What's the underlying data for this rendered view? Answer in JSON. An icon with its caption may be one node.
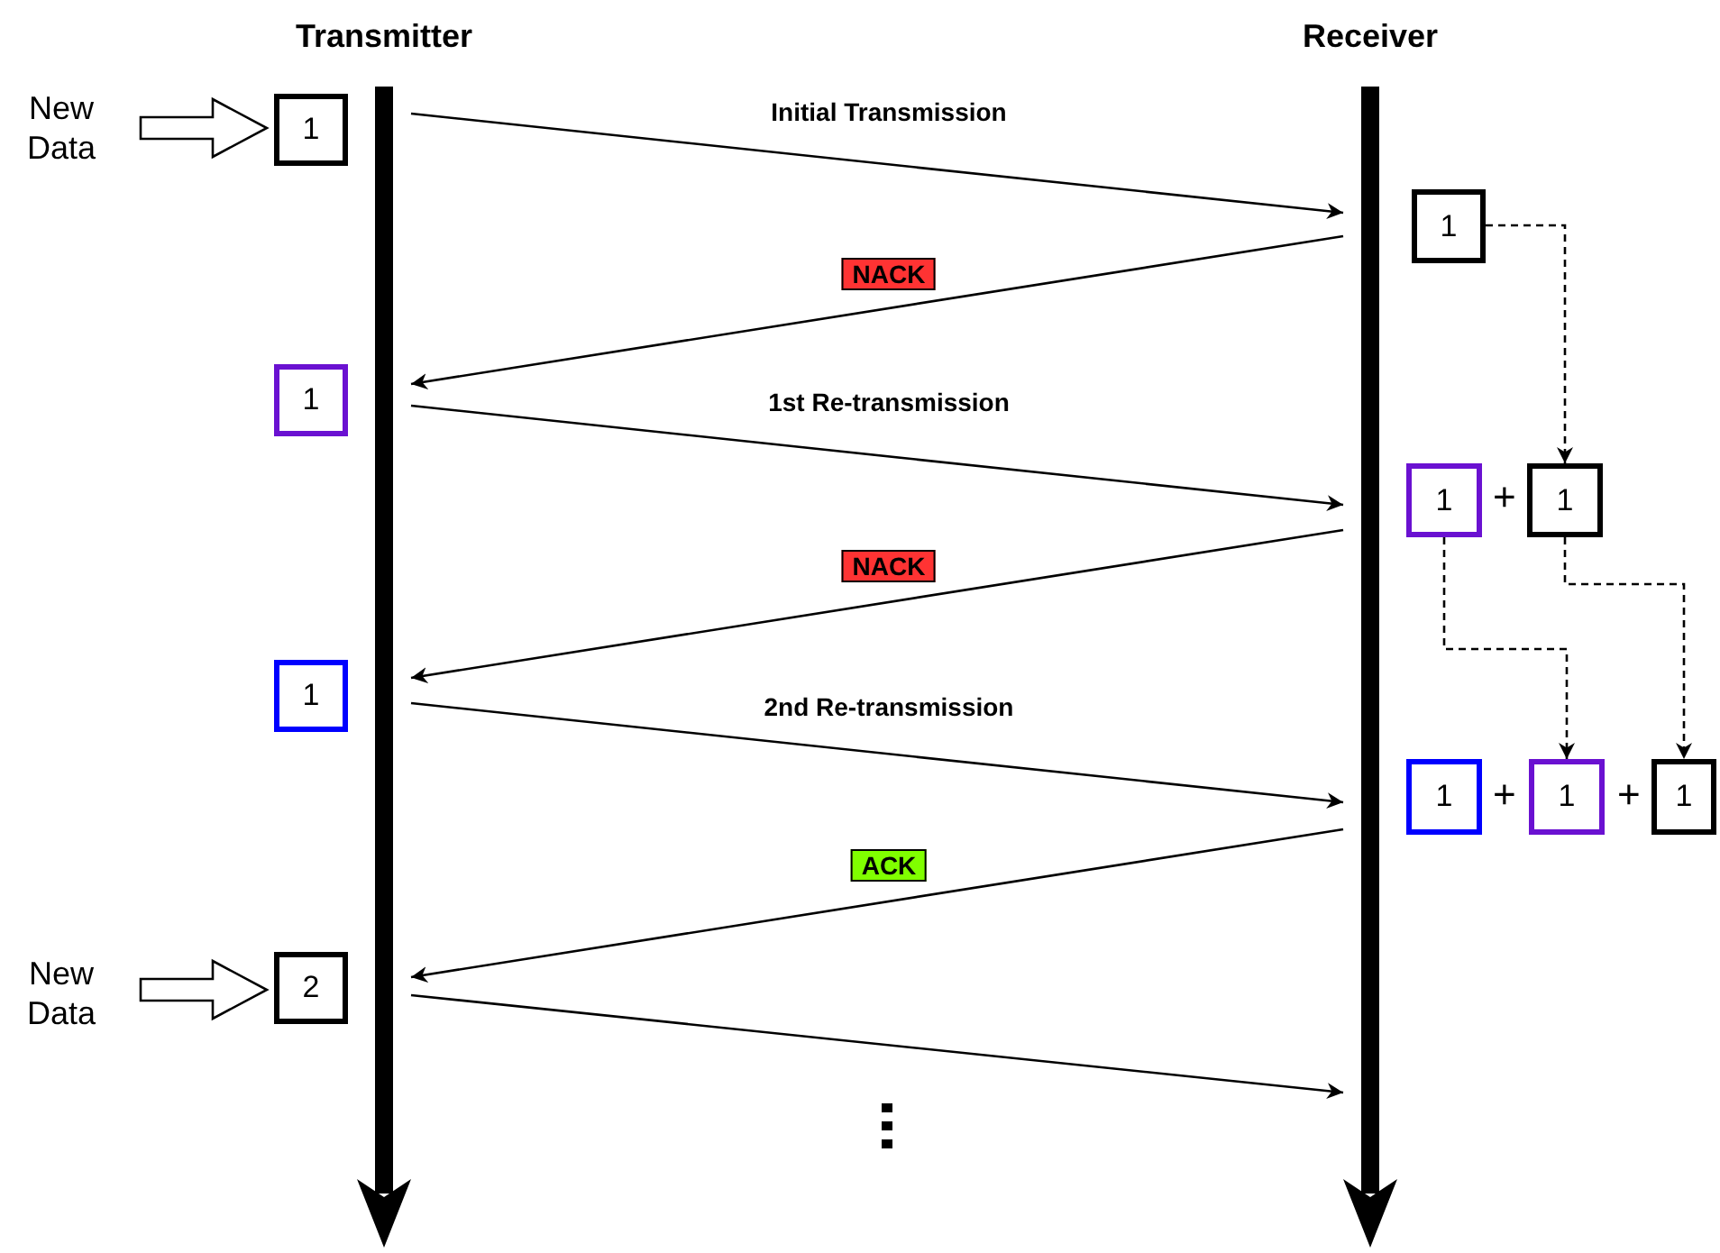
{
  "diagram": {
    "nodes": [
      {
        "text": [
          "Transmitter"
        ]
      },
      {
        "text": [
          "Receiver"
        ]
      },
      {
        "text": [
          "New Data"
        ]
      },
      {
        "text": [
          "1"
        ]
      },
      {
        "text": [
          "1"
        ]
      },
      {
        "text": [
          "1"
        ]
      },
      {
        "text": [
          "New Data"
        ]
      },
      {
        "text": [
          "2"
        ]
      },
      {
        "text": [
          "1"
        ]
      },
      {
        "text": [
          "1"
        ]
      },
      {
        "text": [
          "1"
        ]
      },
      {
        "text": [
          "1"
        ]
      },
      {
        "text": [
          "1"
        ]
      },
      {
        "text": [
          "1"
        ]
      }
    ],
    "edges": [
      {
        "from": 2,
        "to": 3,
        "arrow": "to"
      },
      {
        "from": 0,
        "to": 1,
        "arrow": "to",
        "label": "Initial Transmission"
      },
      {
        "from": 1,
        "to": 0,
        "arrow": "to",
        "label": "NACK"
      },
      {
        "from": 0,
        "to": 1,
        "arrow": "to",
        "label": "1st Re-transmission"
      },
      {
        "from": 1,
        "to": 0,
        "arrow": "to",
        "label": "NACK"
      },
      {
        "from": 0,
        "to": 1,
        "arrow": "to",
        "label": "2nd Re-transmission"
      },
      {
        "from": 1,
        "to": 0,
        "arrow": "to",
        "label": "ACK"
      },
      {
        "from": 6,
        "to": 7,
        "arrow": "to"
      },
      {
        "from": 0,
        "to": 1,
        "arrow": "to"
      },
      {
        "from": 8,
        "to": 10,
        "arrow": "to",
        "style": "dashed"
      },
      {
        "from": 9,
        "to": 12,
        "arrow": "to",
        "style": "dashed"
      },
      {
        "from": 10,
        "to": 13,
        "arrow": "to",
        "style": "dashed"
      }
    ],
    "labels": [
      "+",
      "+",
      "+"
    ]
  }
}
